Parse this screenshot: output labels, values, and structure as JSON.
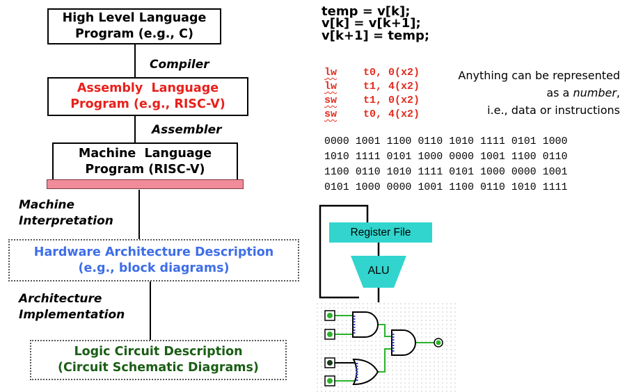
{
  "levels": {
    "high_level": {
      "line1": "High Level Language",
      "line2": "Program (e.g., C)"
    },
    "assembly": {
      "line1": "Assembly  Language",
      "line2": "Program (e.g., RISC-V)",
      "color": "#e8201b"
    },
    "machine": {
      "line1": "Machine  Language",
      "line2": "Program (RISC-V)"
    },
    "hardware": {
      "line1": "Hardware Architecture Description",
      "line2": "(e.g., block diagrams)",
      "color": "#3e6ee8"
    },
    "logic": {
      "line1": "Logic Circuit Description",
      "line2": "(Circuit Schematic Diagrams)",
      "color": "#1a5e15"
    }
  },
  "steps": {
    "compiler": "Compiler",
    "assembler": "Assembler",
    "machine_interpretation": {
      "line1": "Machine",
      "line2": "Interpretation"
    },
    "architecture_implementation": {
      "line1": "Architecture",
      "line2": "Implementation"
    }
  },
  "c_code": [
    "temp = v[k];",
    "v[k] = v[k+1];",
    "v[k+1] = temp;"
  ],
  "assembly_code": [
    {
      "op": "lw",
      "args": "t0, 0(x2)"
    },
    {
      "op": "lw",
      "args": "t1, 4(x2)"
    },
    {
      "op": "sw",
      "args": "t1, 0(x2)"
    },
    {
      "op": "sw",
      "args": "t0, 4(x2)"
    }
  ],
  "note": {
    "line1": "Anything can be represented",
    "line2_pre": "as a ",
    "line2_em": "number",
    "line2_post": ",",
    "line3": "i.e., data or instructions"
  },
  "binary": [
    "0000 1001 1100 0110 1010 1111 0101 1000",
    "1010 1111 0101 1000 0000 1001 1100 0110",
    "1100 0110 1010 1111 0101 1000 0000 1001",
    "0101 1000 0000 1001 1100 0110 1010 1111"
  ],
  "block_diagram": {
    "register_file": "Register File",
    "alu": "ALU",
    "accent": "#31d5cd"
  },
  "colors": {
    "machine_bar": "#f28b99",
    "wire": "#2bb32b",
    "gate_pin": "#3b47c8"
  }
}
